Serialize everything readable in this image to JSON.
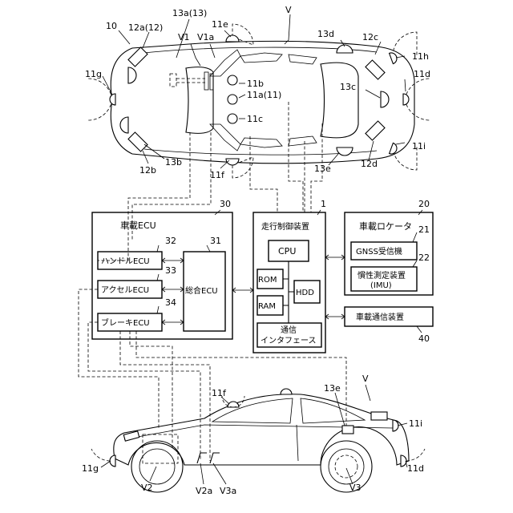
{
  "refs": {
    "r10": "10",
    "r12a": "12a(12)",
    "r13a": "13a(13)",
    "rV_top": "V",
    "rV1": "V1",
    "rV1a": "V1a",
    "r11e": "11e",
    "r13d": "13d",
    "r12c": "12c",
    "r11h": "11h",
    "r11g": "11g",
    "r11b": "11b",
    "r11a": "11a(11)",
    "r13c": "13c",
    "r11d_top": "11d",
    "r11c": "11c",
    "r11i_top": "11i",
    "r12b": "12b",
    "r13b": "13b",
    "r11f_top": "11f",
    "r13e_top": "13e",
    "r12d": "12d",
    "r30": "30",
    "r1": "1",
    "r20": "20",
    "r32": "32",
    "r31": "31",
    "r33": "33",
    "r34": "34",
    "r21": "21",
    "r22": "22",
    "r40": "40",
    "r11f_side": "11f",
    "r13e_side": "13e",
    "rV_side": "V",
    "r11i_side": "11i",
    "r11g_side": "11g",
    "r11d_side": "11d",
    "rV2": "V2",
    "rV2a": "V2a",
    "rV3a": "V3a",
    "rV3": "V3"
  },
  "boxes": {
    "ecu_title": "車載ECU",
    "handle_ecu": "ハンドルECU",
    "accel_ecu": "アクセルECU",
    "brake_ecu": "ブレーキECU",
    "integrated_ecu": "総合ECU",
    "controller_title": "走行制御装置",
    "cpu": "CPU",
    "rom": "ROM",
    "ram": "RAM",
    "hdd": "HDD",
    "comm_if_1": "通信",
    "comm_if_2": "インタフェース",
    "locator_title": "車載ロケータ",
    "gnss": "GNSS受信機",
    "imu_1": "慣性測定装置",
    "imu_2": "(IMU)",
    "comm_device": "車載通信装置"
  }
}
